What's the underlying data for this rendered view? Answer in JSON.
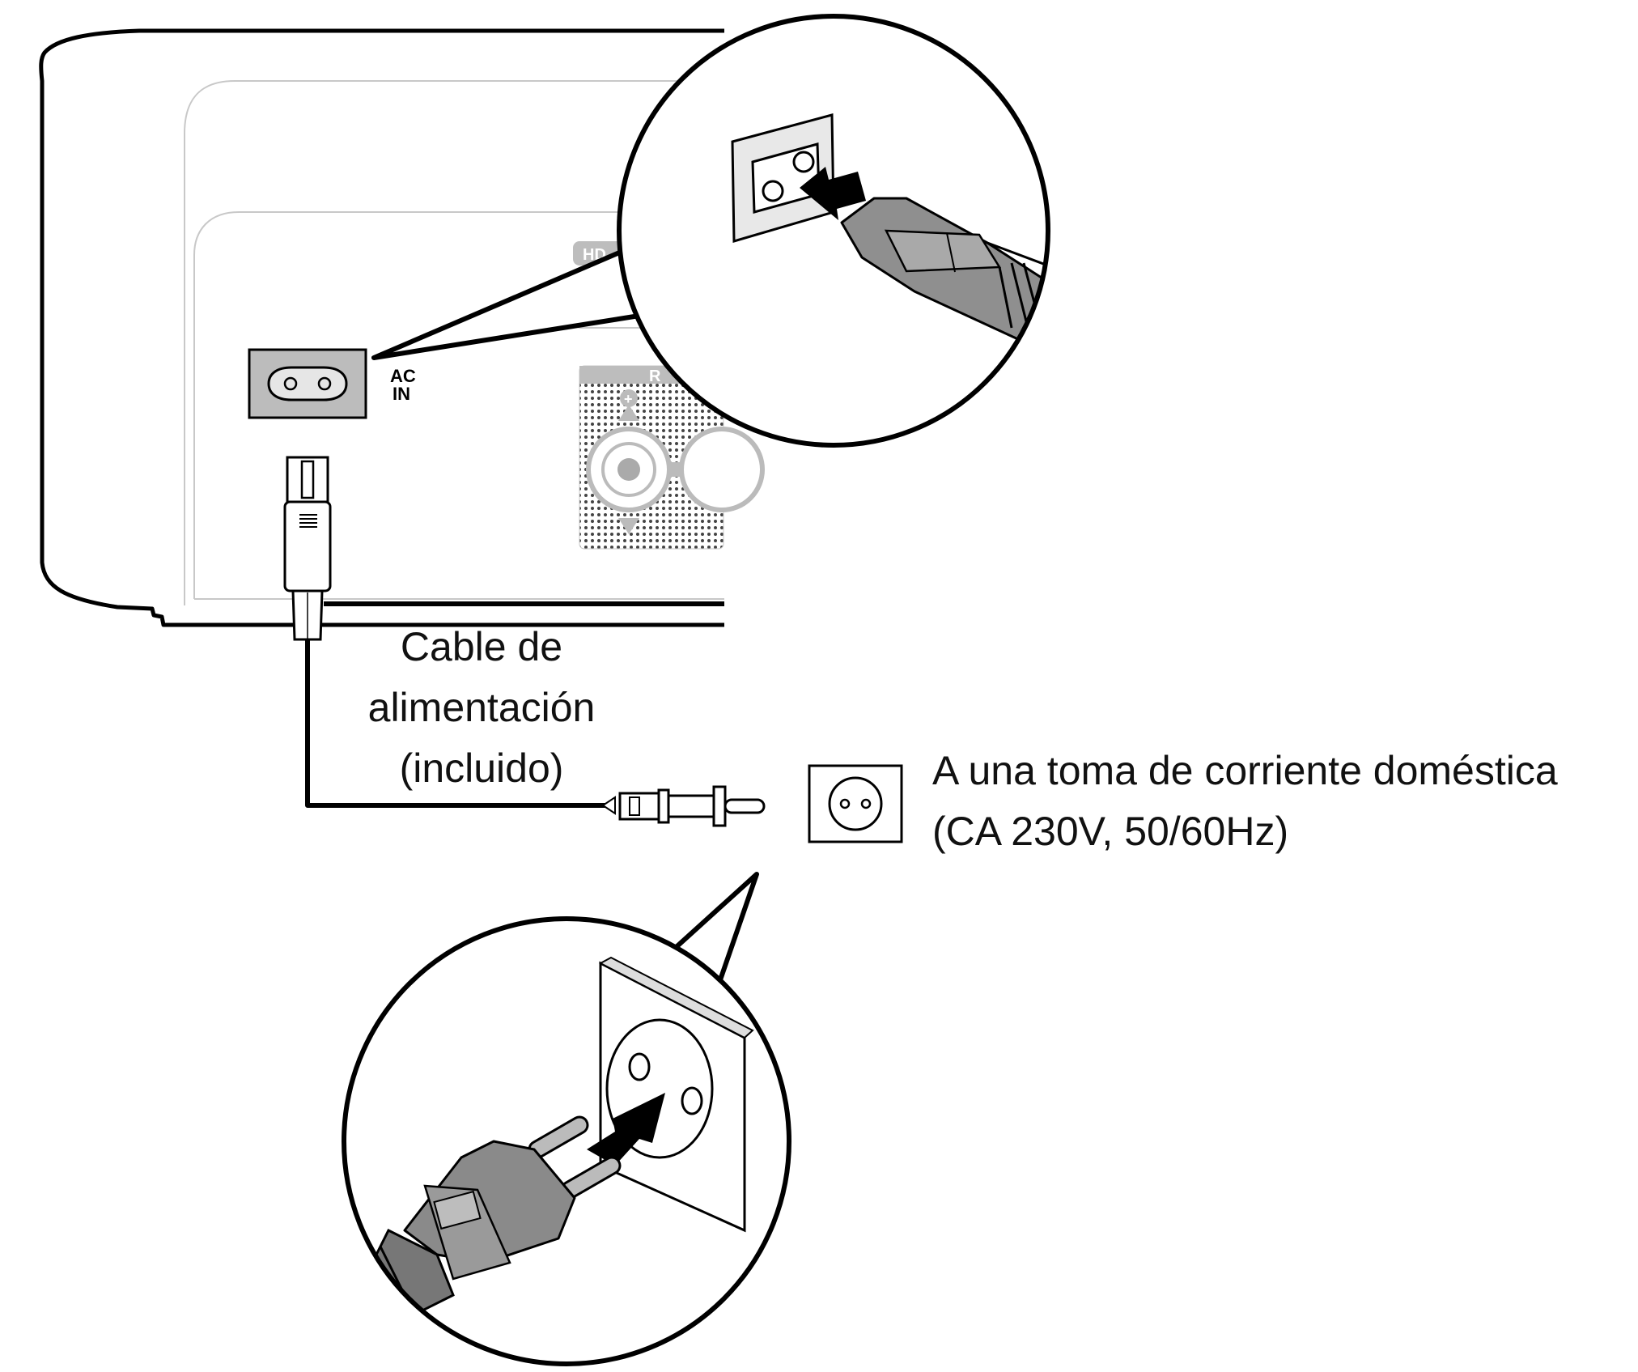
{
  "device": {
    "ac_in_line1": "AC",
    "ac_in_line2": "IN",
    "hdmi_badge": "HD",
    "speaker_badge": "R"
  },
  "labels": {
    "cable": [
      "Cable de",
      "alimentación",
      "(incluido)"
    ],
    "outlet": [
      "A una toma de corriente doméstica",
      "(CA 230V, 50/60Hz)"
    ]
  }
}
